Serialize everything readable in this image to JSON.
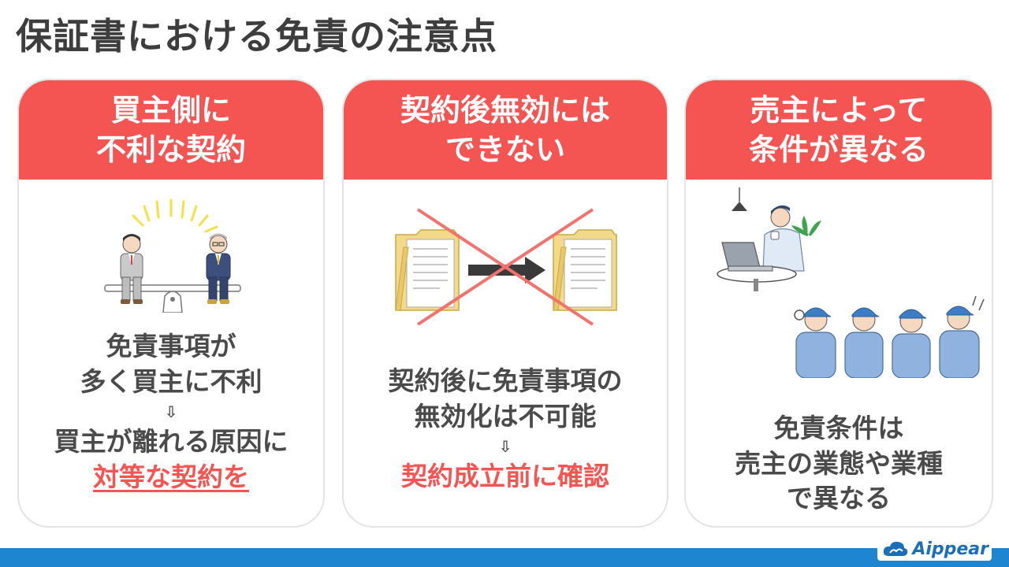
{
  "title": "保証書における免責の注意点",
  "cards": [
    {
      "header_line1": "買主側に",
      "header_line2": "不利な契約",
      "text_line1": "免責事項が",
      "text_line2": "多く買主に不利",
      "arrow": "⇩",
      "text_line3": "買主が離れる原因に",
      "highlight": "対等な契約を"
    },
    {
      "header_line1": "契約後無効には",
      "header_line2": "できない",
      "text_line1": "契約後に免責事項の",
      "text_line2": "無効化は不可能",
      "arrow": "⇩",
      "highlight": "契約成立前に確認"
    },
    {
      "header_line1": "売主によって",
      "header_line2": "条件が異なる",
      "text_line1": "免責条件は",
      "text_line2": "売主の業態や業種",
      "text_line3": "で異なる"
    }
  ],
  "logo": {
    "text": "Aippear"
  },
  "colors": {
    "accent": "#f45452",
    "footer": "#1e86d0",
    "logo": "#1a6fb8"
  }
}
